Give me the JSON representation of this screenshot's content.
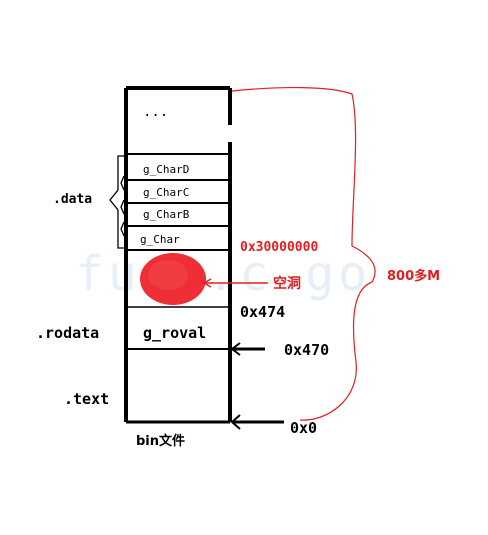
{
  "watermark": "fu...c.go",
  "memory_slots": {
    "ellipsis": "...",
    "g_chard": "g_CharD",
    "g_charc": "g_CharC",
    "g_charb": "g_CharB",
    "g_char": "g_Char",
    "g_roval": "g_roval"
  },
  "sections": {
    "data": ".data",
    "rodata": ".rodata",
    "text": ".text"
  },
  "addresses": {
    "addr_30000000": "0x30000000",
    "addr_474": "0x474",
    "addr_470": "0x470",
    "addr_0": "0x0"
  },
  "annotations": {
    "hole": "空洞",
    "size": "800多M",
    "bin_file": "bin文件"
  },
  "colors": {
    "red_annotation": "#e02020",
    "hole_fill": "#ee1c24",
    "outline": "#000000"
  }
}
